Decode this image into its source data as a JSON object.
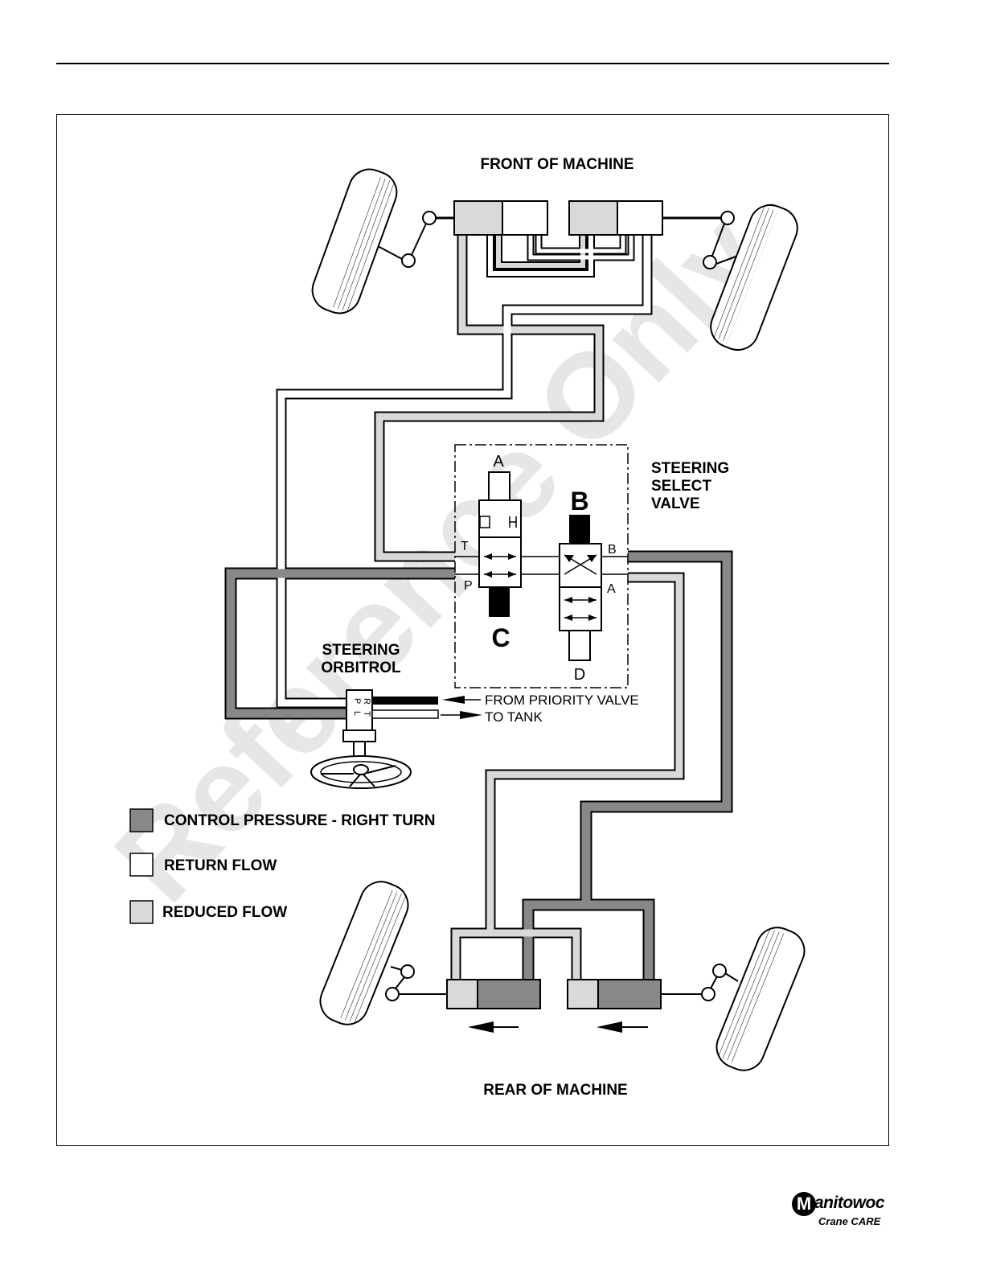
{
  "labels": {
    "front": "FRONT OF MACHINE",
    "rear": "REAR OF MACHINE",
    "select_valve": [
      "STEERING",
      "SELECT",
      "VALVE"
    ],
    "orbitrol": [
      "STEERING",
      "ORBITROL"
    ],
    "from_priority": "FROM PRIORITY VALVE",
    "to_tank": "TO TANK",
    "solenoid_a": "A",
    "solenoid_b": "B",
    "solenoid_c": "C",
    "solenoid_d": "D",
    "port_t": "T",
    "port_p": "P",
    "port_b": "B",
    "port_a": "A",
    "orb_p": "P",
    "orb_t": "T",
    "orb_l": "L",
    "orb_r": "R"
  },
  "legend": [
    {
      "label": "CONTROL PRESSURE - RIGHT TURN",
      "color": "#888888"
    },
    {
      "label": "RETURN FLOW",
      "color": "#ffffff"
    },
    {
      "label": "REDUCED FLOW",
      "color": "#d9d9d9"
    }
  ],
  "watermark": "Reference Only",
  "logo": {
    "name": "anitowoc",
    "initial": "M",
    "sub": "Crane CARE"
  },
  "colors": {
    "control": "#888888",
    "return": "#ffffff",
    "reduced": "#d9d9d9",
    "outline": "#000000"
  }
}
